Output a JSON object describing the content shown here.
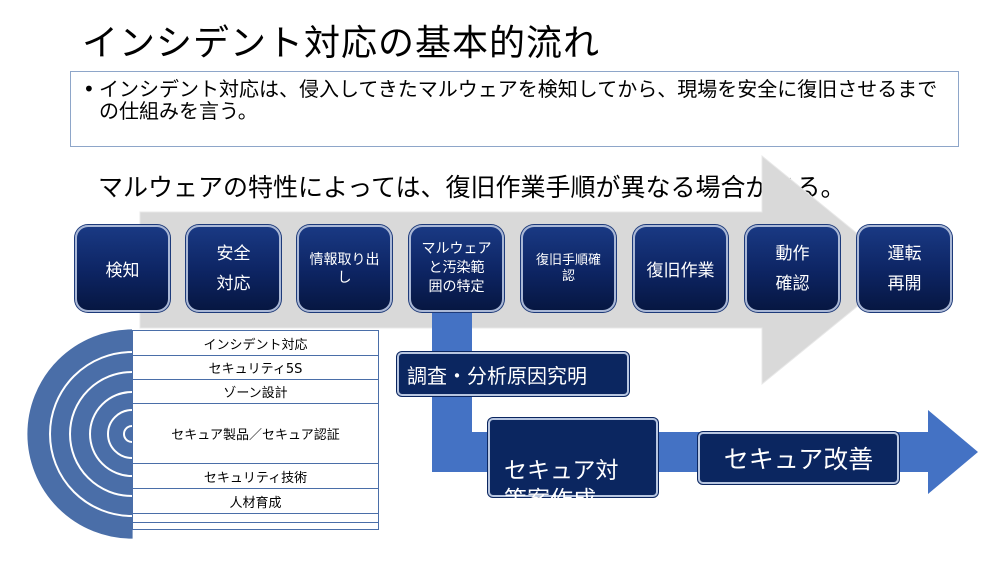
{
  "title": "インシデント対応の基本的流れ",
  "bullet": {
    "marker": "•",
    "text": "インシデント対応は、侵入してきたマルウェアを検知してから、現場を安全に復旧させるまでの仕組みを言う。"
  },
  "subtitle": "マルウェアの特性によっては、復旧作業手順が異なる場合がある。",
  "steps": [
    {
      "label": "検知"
    },
    {
      "label": "安全\n対応"
    },
    {
      "label": "情報取り出\nし"
    },
    {
      "label": "マルウェア\nと汚染範\n囲の特定"
    },
    {
      "label": "復旧手順確\n認"
    },
    {
      "label": "復旧作業"
    },
    {
      "label": "動作\n確認"
    },
    {
      "label": "運転\n再開"
    }
  ],
  "layers": [
    "インシデント対応",
    "セキュリティ5S",
    "ゾーン設計",
    "セキュア製品／セキュア認証",
    "セキュリティ技術",
    "人材育成",
    "",
    ""
  ],
  "flow": {
    "investigation": "調査・分析原因究明",
    "countermeasure": "セキュア対\n策案作成",
    "improvement": "セキュア改善"
  },
  "colors": {
    "navy": "#0b2660",
    "arrow_gray": "#d9d9d9",
    "arrow_blue": "#4472c4",
    "semi_stroke": "#4a6ea8"
  }
}
